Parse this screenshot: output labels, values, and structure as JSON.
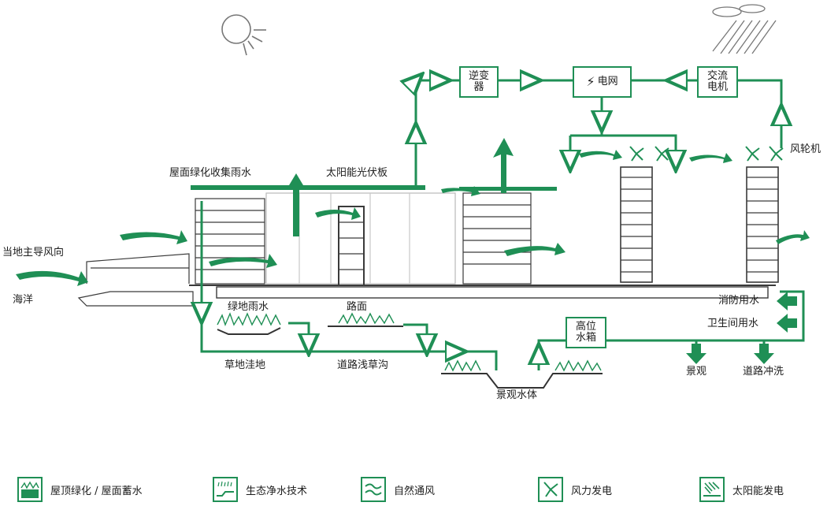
{
  "colors": {
    "accent": "#1f8f55",
    "building": "#3a3a3a"
  },
  "diagram": {
    "labels": {
      "wind_direction": "当地主导风向",
      "ocean": "海洋",
      "roof_green": "屋面绿化收集雨水",
      "solar_pv": "太阳能光伏板",
      "green_rain": "绿地雨水",
      "road_surface": "路面",
      "grass_depression": "草地洼地",
      "road_swale": "道路浅草沟",
      "landscape_water": "景观水体",
      "wind_turbine": "风轮机",
      "fire_water": "消防用水",
      "toilet_water": "卫生间用水",
      "landscape": "景观",
      "road_wash": "道路冲洗"
    },
    "boxes": {
      "inverter": [
        "逆变",
        "器"
      ],
      "grid": "电网",
      "alternator": [
        "交流",
        "电机"
      ],
      "water_tank": [
        "高位",
        "水箱"
      ]
    }
  },
  "legend": [
    {
      "icon": "roof-green-icon",
      "label": "屋顶绿化 / 屋面蓄水"
    },
    {
      "icon": "eco-purify-icon",
      "label": "生态净水技术"
    },
    {
      "icon": "natural-vent-icon",
      "label": "自然通风"
    },
    {
      "icon": "wind-power-icon",
      "label": "风力发电"
    },
    {
      "icon": "solar-power-icon",
      "label": "太阳能发电"
    }
  ]
}
